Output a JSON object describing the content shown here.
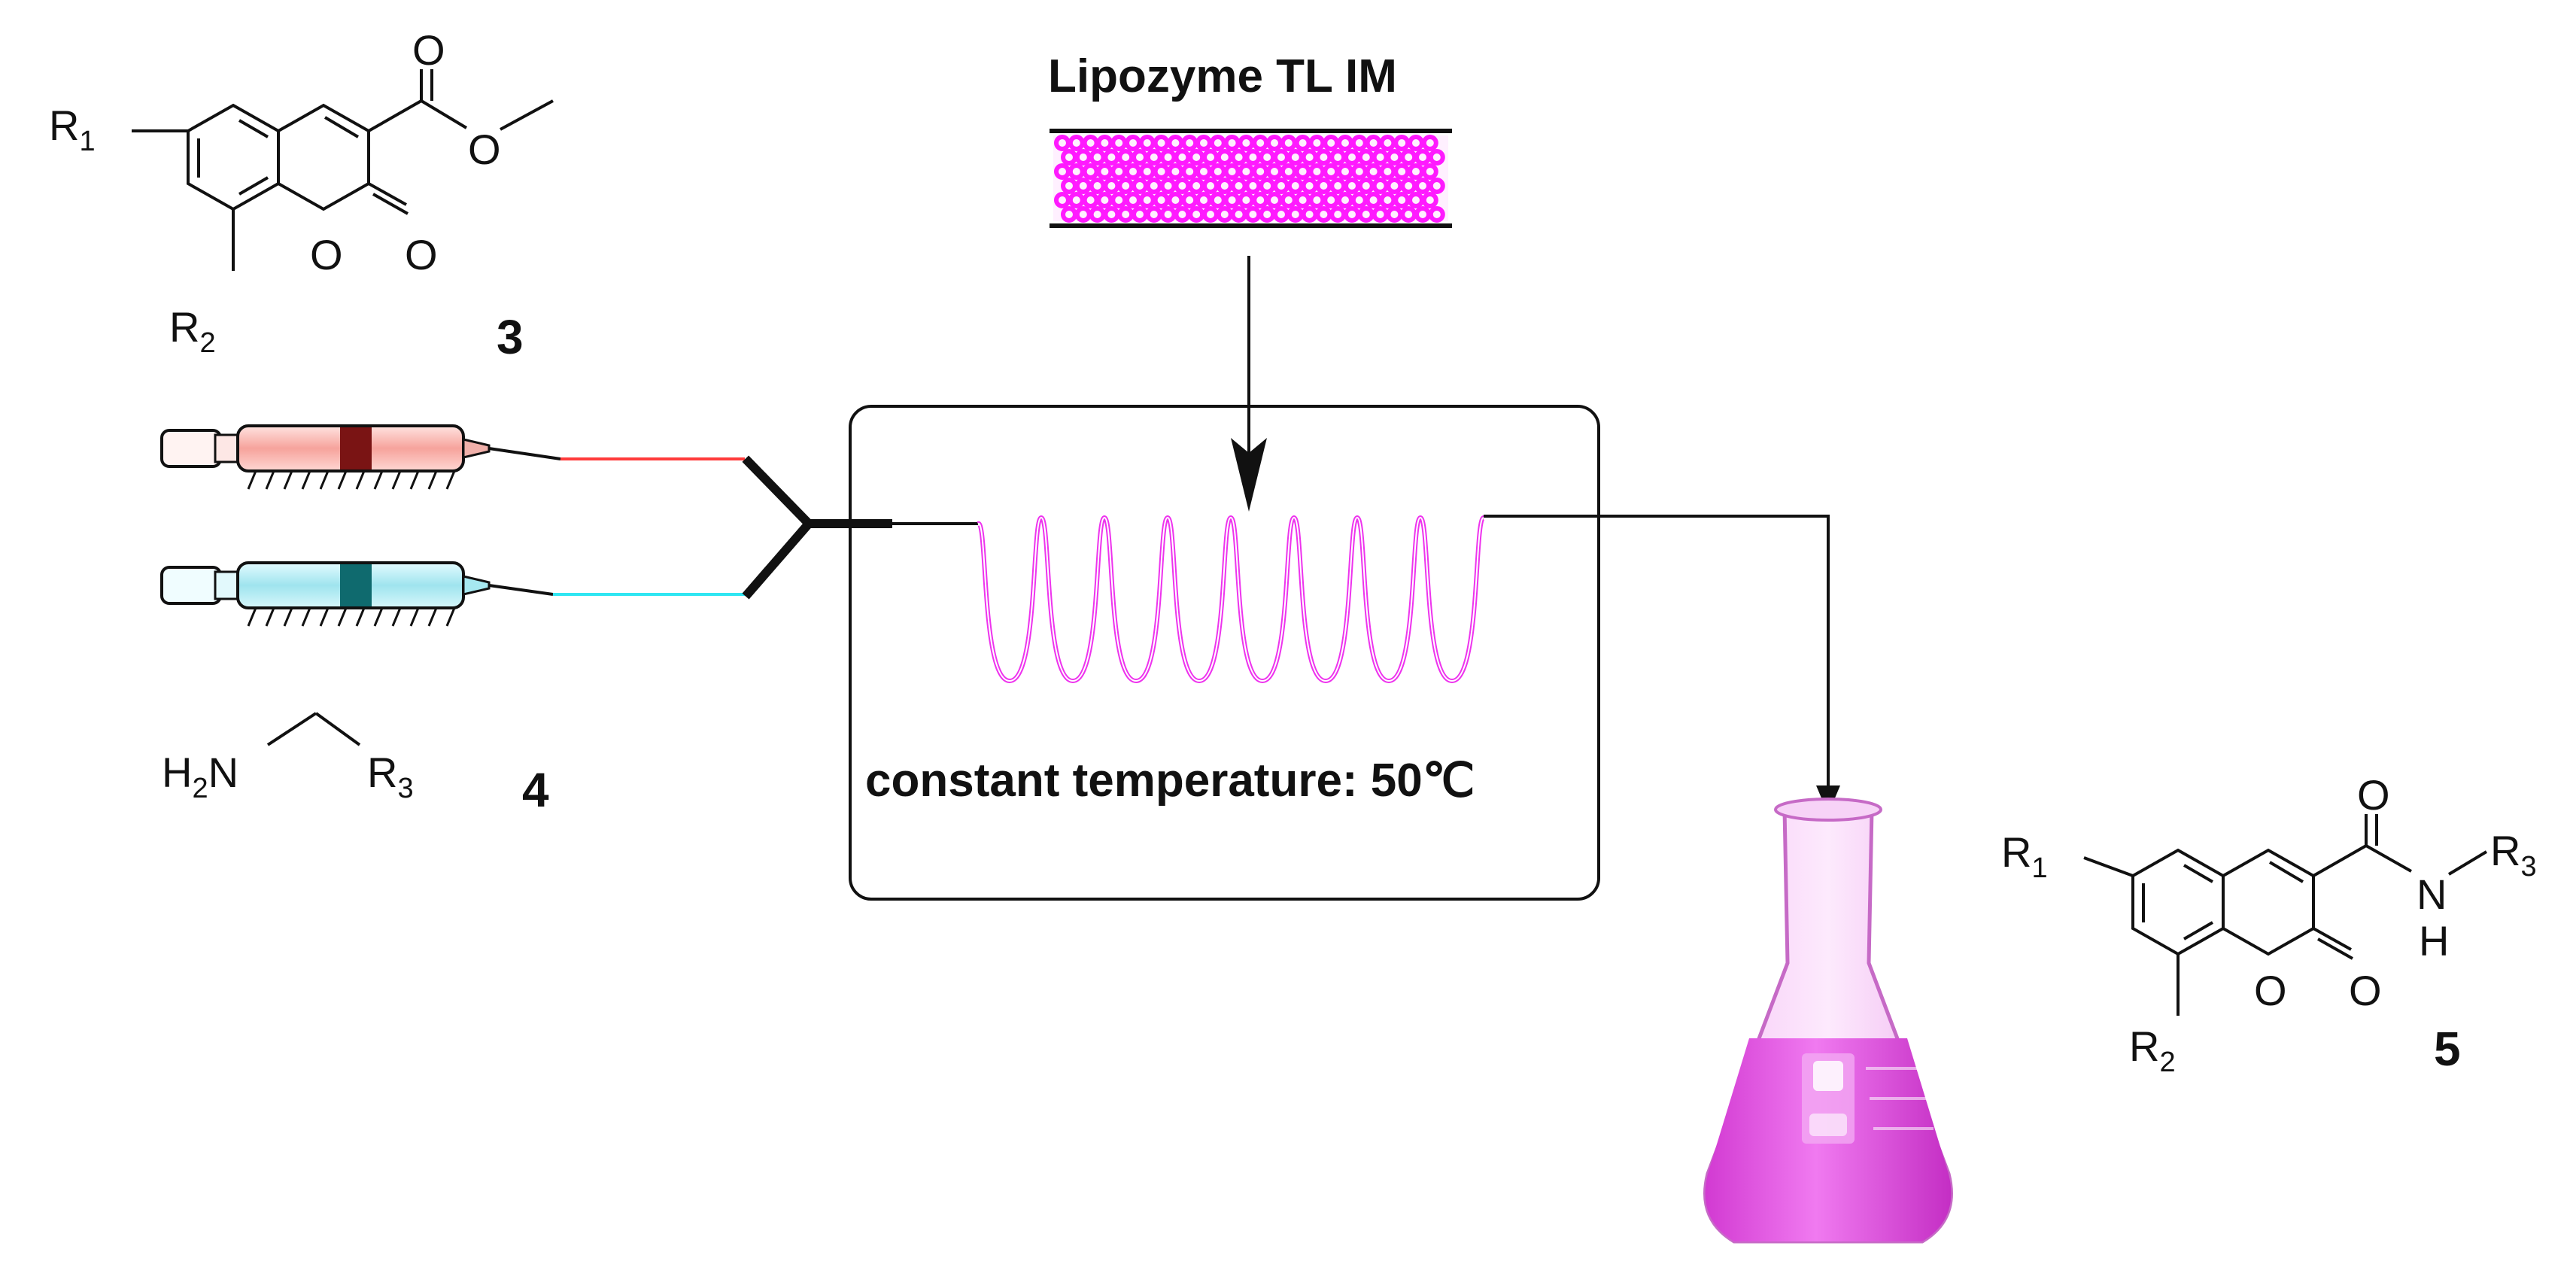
{
  "reactor": {
    "enzyme_label": "Lipozyme TL IM",
    "temperature_label": "constant temperature: 50",
    "temperature_unit": "℃"
  },
  "compounds": {
    "ester": {
      "number": "3",
      "r1": "R",
      "r1_sub": "1",
      "r2": "R",
      "r2_sub": "2",
      "o_ester_carbonyl": "O",
      "o_ester_ether": "O",
      "o_ring": "O",
      "o_lactone": "O"
    },
    "amine": {
      "number": "4",
      "h": "H",
      "h_sub": "2",
      "n": "N",
      "r3": "R",
      "r3_sub": "3"
    },
    "amide": {
      "number": "5",
      "r1": "R",
      "r1_sub": "1",
      "r2": "R",
      "r2_sub": "2",
      "r3": "R",
      "r3_sub": "3",
      "o_amide": "O",
      "n": "N",
      "h": "H",
      "o_ring": "O",
      "o_lactone": "O"
    }
  },
  "colors": {
    "enzyme_magenta": "#ff1aff",
    "coil_magenta": "#ee33ee",
    "flask_liquid": "#e455e4",
    "syringe_red": "#ff3b3b",
    "syringe_cyan": "#2fe6f2",
    "line": "#111111"
  }
}
